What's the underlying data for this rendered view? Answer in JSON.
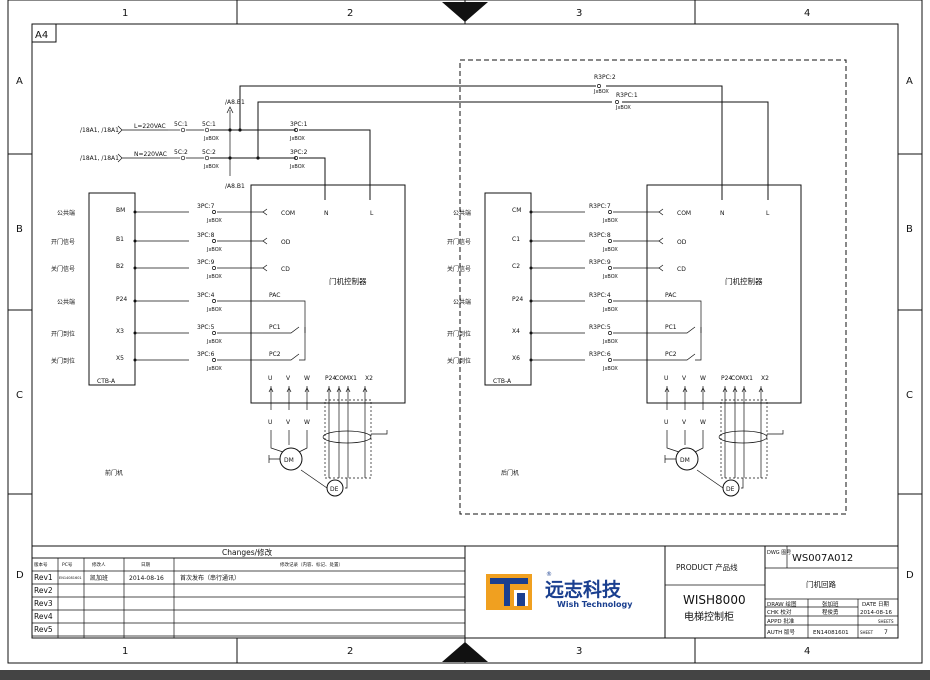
{
  "sheet": {
    "size": "A4",
    "columns": [
      "1",
      "2",
      "3",
      "4"
    ],
    "rows": [
      "A",
      "B",
      "C",
      "D"
    ]
  },
  "supply": {
    "refs_top": "/A8.B1",
    "refs_bottom": "/A8.B1",
    "l_refs": "/18A1, /18A1",
    "n_refs": "/18A1, /18A1",
    "l_label": "L=220VAC",
    "n_label": "N=220VAC",
    "l_term_a": "5C:1",
    "l_term_b": "5C:1",
    "n_term_a": "5C:2",
    "n_term_b": "5C:2",
    "jbox": "JxBOX",
    "front_l": "3PC:1",
    "front_n": "3PC:2",
    "rear_l": "R3PC:1",
    "rear_n": "R3PC:2"
  },
  "front": {
    "name": "前门机",
    "controller": "门机控制器",
    "board": "CTB-A",
    "rows": [
      {
        "label": "公共端",
        "pin": "BM",
        "conn": "3PC:7",
        "input": "COM"
      },
      {
        "label": "开门信号",
        "pin": "B1",
        "conn": "3PC:8",
        "input": "OD"
      },
      {
        "label": "关门信号",
        "pin": "B2",
        "conn": "3PC:9",
        "input": "CD"
      },
      {
        "label": "公共端",
        "pin": "P24",
        "conn": "3PC:4",
        "input": "PAC"
      },
      {
        "label": "开门到位",
        "pin": "X3",
        "conn": "3PC:5",
        "input": "PC1"
      },
      {
        "label": "关门到位",
        "pin": "X5",
        "conn": "3PC:6",
        "input": "PC2"
      }
    ],
    "power_in": [
      "N",
      "L"
    ],
    "outputs": [
      "U",
      "V",
      "W"
    ],
    "enc_pins": [
      "P24",
      "COM",
      "X1",
      "X2"
    ],
    "motor": "DM",
    "encoder": "DE"
  },
  "rear": {
    "name": "后门机",
    "controller": "门机控制器",
    "board": "CTB-A",
    "rows": [
      {
        "label": "公共端",
        "pin": "CM",
        "conn": "R3PC:7",
        "input": "COM"
      },
      {
        "label": "开门信号",
        "pin": "C1",
        "conn": "R3PC:8",
        "input": "OD"
      },
      {
        "label": "关门信号",
        "pin": "C2",
        "conn": "R3PC:9",
        "input": "CD"
      },
      {
        "label": "公共端",
        "pin": "P24",
        "conn": "R3PC:4",
        "input": "PAC"
      },
      {
        "label": "开门到位",
        "pin": "X4",
        "conn": "R3PC:5",
        "input": "PC1"
      },
      {
        "label": "关门到位",
        "pin": "X6",
        "conn": "R3PC:6",
        "input": "PC2"
      }
    ],
    "power_in": [
      "N",
      "L"
    ],
    "outputs": [
      "U",
      "V",
      "W"
    ],
    "enc_pins": [
      "P24",
      "COM",
      "X1",
      "X2"
    ],
    "motor": "DM",
    "encoder": "DE"
  },
  "titleblock": {
    "changes_title": "Changes/修改",
    "headers": [
      "版本号",
      "PC号",
      "修改人",
      "日期",
      "修改记录（内容、标记、处置）"
    ],
    "revisions": [
      {
        "rev": "Rev1",
        "pc": "EN14081601",
        "by": "凯加班",
        "date": "2014-08-16",
        "desc": "首次发布（串行通讯）"
      },
      {
        "rev": "Rev2",
        "pc": "",
        "by": "",
        "date": "",
        "desc": ""
      },
      {
        "rev": "Rev3",
        "pc": "",
        "by": "",
        "date": "",
        "desc": ""
      },
      {
        "rev": "Rev4",
        "pc": "",
        "by": "",
        "date": "",
        "desc": ""
      },
      {
        "rev": "Rev5",
        "pc": "",
        "by": "",
        "date": "",
        "desc": ""
      }
    ],
    "logo_cn": "远志科技",
    "logo_en": "Wish Technology",
    "logo_reg": "®",
    "product_label": "PRODUCT 产品线",
    "product_model": "WISH8000",
    "product_name": "电梯控制柜",
    "dwg_label": "DWG 图号",
    "dwg_no": "WS007A012",
    "dwg_title": "门机回路",
    "draw_label": "DRAW 绘图",
    "draw_name": "张加班",
    "chk_label": "CHK 校对",
    "chk_name": "程俊勇",
    "appd_label": "APPD 批准",
    "auth_label": "AUTH 版号",
    "auth_val": "EN14081601",
    "date_label": "DATE 日期",
    "date_val": "2014-08-16",
    "sheets_label": "SHEETS",
    "sheet_label": "SHEET",
    "sheet_no": "7"
  }
}
